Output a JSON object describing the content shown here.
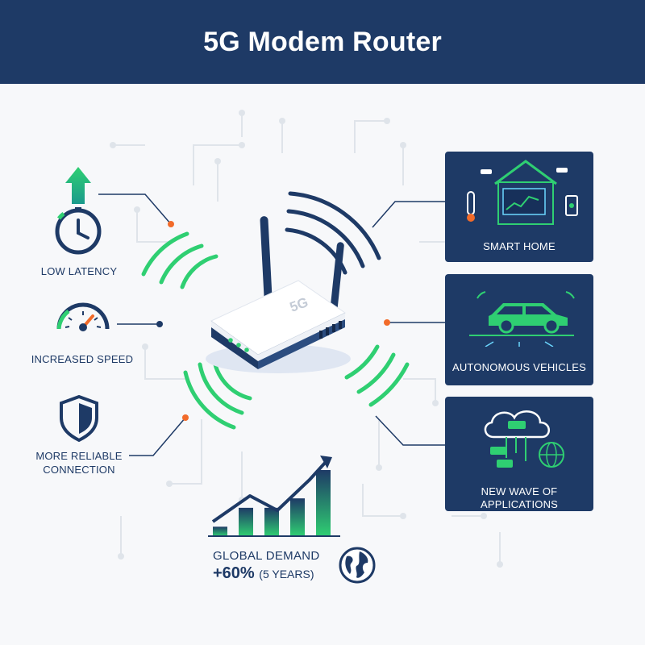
{
  "title": "5G Modem Router",
  "router": {
    "badge": "5G"
  },
  "left_features": [
    {
      "label": "LOW LATENCY",
      "icon": "stopwatch-up-arrow-icon"
    },
    {
      "label": "INCREASED SPEED",
      "icon": "speedometer-icon"
    },
    {
      "label": "MORE RELIABLE CONNECTION",
      "icon": "shield-icon"
    }
  ],
  "right_panels": [
    {
      "label": "SMART HOME",
      "icon": "smart-home-icon"
    },
    {
      "label": "AUTONOMOUS VEHICLES",
      "icon": "car-icon"
    },
    {
      "label": "NEW WAVE OF APPLICATIONS",
      "icon": "cloud-network-icon"
    }
  ],
  "demand": {
    "title": "GLOBAL DEMAND",
    "value": "+60%",
    "period": "(5 YEARS)",
    "bars": [
      1,
      3,
      3,
      4,
      7
    ]
  },
  "colors": {
    "navy": "#1e3a66",
    "green": "#2fcf72",
    "orange": "#f26b2a",
    "light_line": "#dde2e9"
  }
}
